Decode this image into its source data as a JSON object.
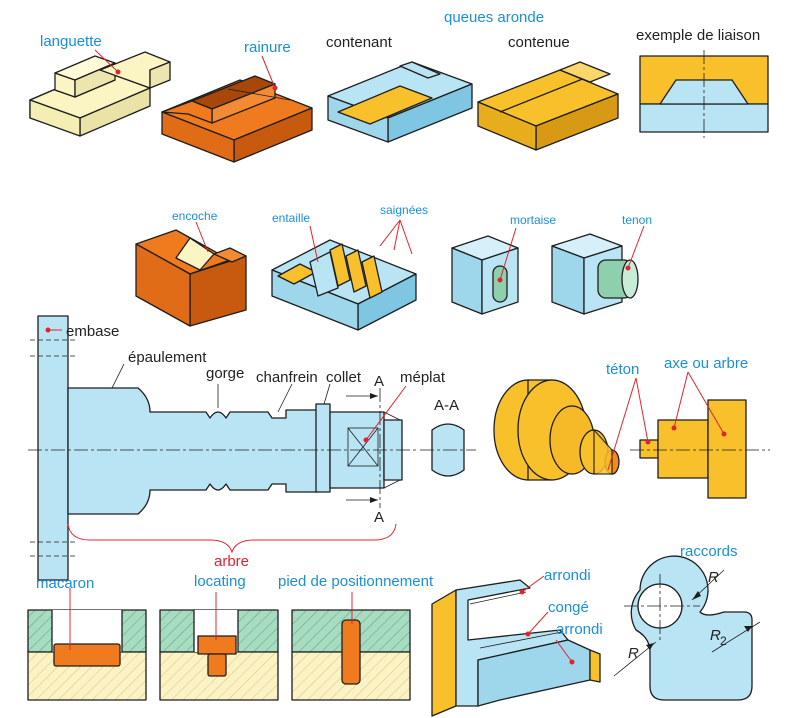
{
  "colors": {
    "cyan": "#b9e4f4",
    "cyan_dark": "#7fc6e2",
    "orange": "#f07a1e",
    "orange_dark": "#c85a10",
    "yellow": "#f8c12c",
    "yellow_light": "#fbf5c4",
    "green": "#8ed0ae",
    "label_blue": "#1a8fd6",
    "label_red": "#e0242e"
  },
  "labels": {
    "languette": "languette",
    "rainure": "rainure",
    "queues_aronde": "queues aronde",
    "contenant": "contenant",
    "contenue": "contenue",
    "exemple_liaison": "exemple de liaison",
    "encoche": "encoche",
    "entaille": "entaille",
    "saignees": "saignées",
    "mortaise": "mortaise",
    "tenon": "tenon",
    "embase": "embase",
    "epaulement": "épaulement",
    "gorge": "gorge",
    "chanfrein": "chanfrein",
    "collet": "collet",
    "meplat": "méplat",
    "section_a_top": "A",
    "section_a_bottom": "A",
    "section_aa": "A-A",
    "arbre": "arbre",
    "teton": "téton",
    "axe_ou_arbre": "axe ou arbre",
    "macaron": "macaron",
    "locating": "locating",
    "pied_positionnement": "pied de positionnement",
    "arrondi_top": "arrondi",
    "conge": "congé",
    "arrondi_bottom": "arrondi",
    "raccords": "raccords",
    "r_top": "R",
    "r2_main": "R",
    "r2_sub": "2",
    "r_bottom": "R"
  }
}
